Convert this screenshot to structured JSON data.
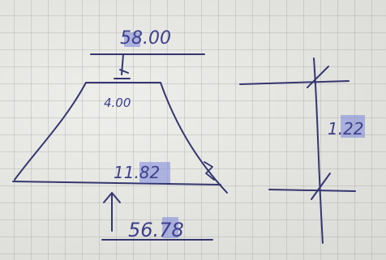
{
  "labels": {
    "top_width": "58.00",
    "top_inner": "4.00",
    "slant": "11.82",
    "bottom_width": "56.78",
    "height": "1.22"
  },
  "colors": {
    "paper": "#e5e5e1",
    "ink": "#34376f",
    "highlight": "#7b86d8"
  }
}
